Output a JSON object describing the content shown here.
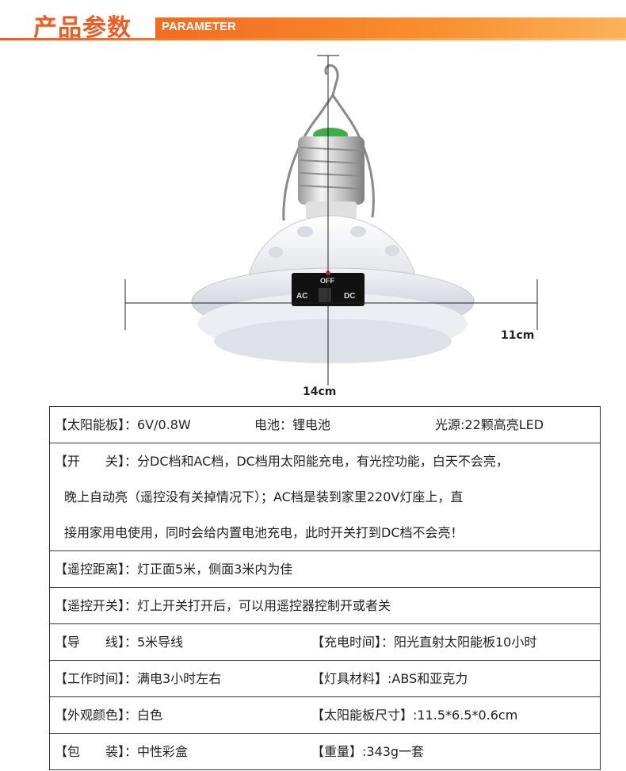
{
  "header": {
    "title_cn": "产品参数",
    "title_en": "PARAMETER",
    "accent_color": "#f15a22"
  },
  "figure": {
    "switch_off": "OFF",
    "switch_ac": "AC",
    "switch_dc": "DC",
    "height_label": "11cm",
    "width_label": "14cm"
  },
  "params": {
    "solar": "【太阳能板】：6V/0.8W",
    "battery": "电池：锂电池",
    "light_source": "光源:22颗高亮LED",
    "switch_line1": "【开　　关】：分DC档和AC档，DC档用太阳能充电，有光控功能，白天不会亮，",
    "switch_line2": "晚上自动亮（遥控没有关掉情况下）；AC档是装到家里220V灯座上，直",
    "switch_line3": "接用家用电使用，同时会给内置电池充电，此时开关打到DC档不会亮！",
    "remote_distance": "【遥控距离】：灯正面5米，侧面3米内为佳",
    "remote_switch": "【遥控开关】：灯上开关打开后，可以用遥控器控制开或者关",
    "wire": "【导　　线】：5米导线",
    "charge_time": "【充电时间】：阳光直射太阳能板10小时",
    "work_time": "【工作时间】：满电3小时左右",
    "material": "【灯具材料】:ABS和亚克力",
    "color": "【外观颜色】：白色",
    "panel_size": "【太阳能板尺寸】:11.5*6.5*0.6cm",
    "package": "【包　　装】：中性彩盒",
    "weight": "【重量】:343g一套"
  }
}
